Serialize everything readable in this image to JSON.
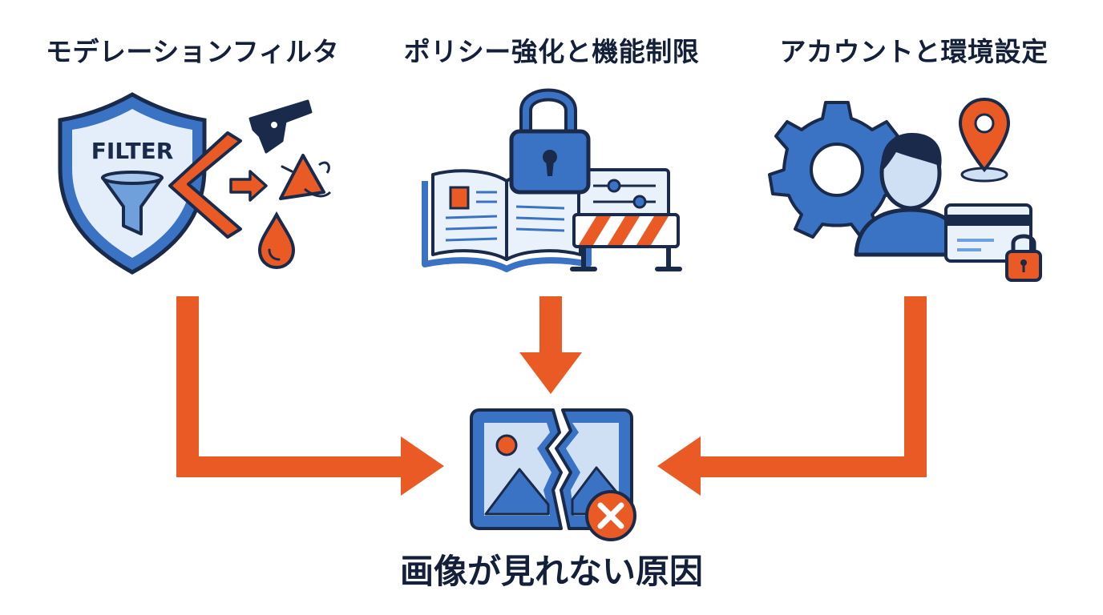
{
  "causes": [
    {
      "title": "モデレーションフィルタ",
      "icon": "shield-filter-icon",
      "shield_label": "FILTER"
    },
    {
      "title": "ポリシー強化と機能制限",
      "icon": "lock-book-barrier-icon"
    },
    {
      "title": "アカウントと環境設定",
      "icon": "gear-user-card-icon"
    }
  ],
  "result": {
    "title": "画像が見れない原因",
    "icon": "broken-image-icon"
  },
  "colors": {
    "navy": "#1a2a4a",
    "blue": "#3a72c4",
    "light_blue": "#cfe0f5",
    "orange": "#ea5a25"
  }
}
